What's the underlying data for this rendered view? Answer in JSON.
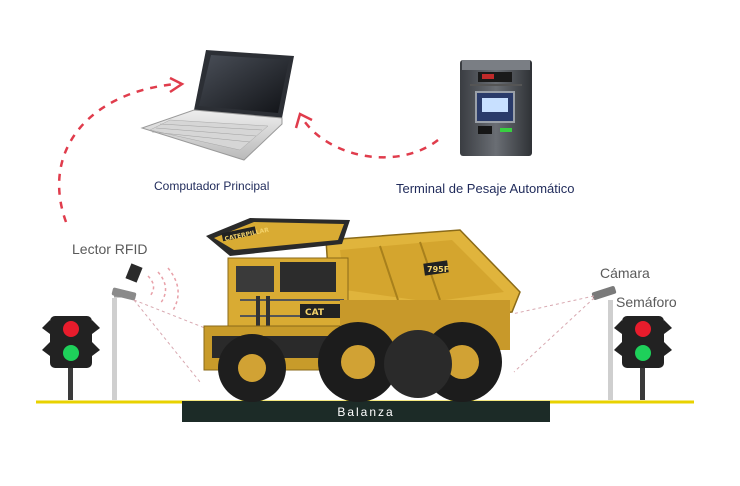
{
  "labels": {
    "computer": "Computador Principal",
    "terminal": "Terminal de Pesaje Automático",
    "rfid": "Lector RFID",
    "camera": "Cámara",
    "traffic_light": "Semáforo",
    "scale": "Balanza"
  },
  "truck": {
    "brand": "CATERPILLAR",
    "model": "795F",
    "logo": "CAT"
  },
  "colors": {
    "flow_arrow": "#e03c4c",
    "truck_body": "#e0b43c",
    "scale_platform": "#1c2b27",
    "ground_line": "#e8d200",
    "label_blue": "#1f2a5a",
    "label_gray": "#5a5a5a",
    "light_red": "#e81c2c",
    "light_green": "#1ed05a"
  },
  "icons": [
    "laptop-icon",
    "weighing-terminal-icon",
    "rfid-reader-icon",
    "camera-icon",
    "traffic-light-icon",
    "mining-truck-icon"
  ]
}
